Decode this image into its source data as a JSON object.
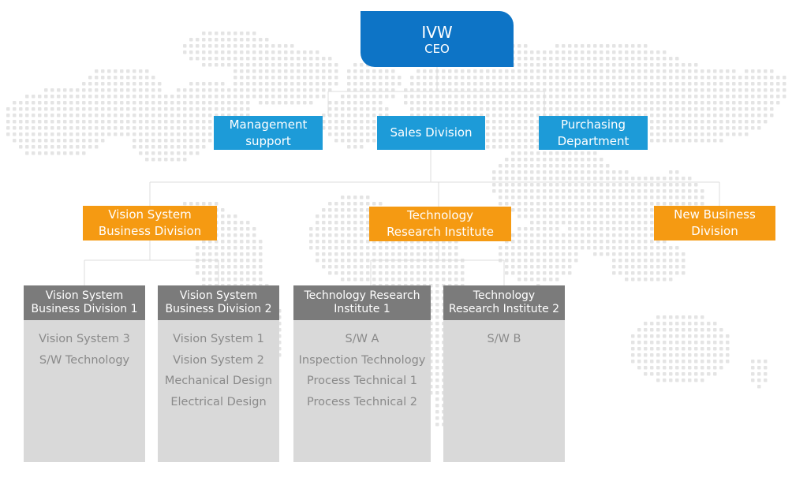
{
  "colors": {
    "ceo": "#0d74c6",
    "level1": "#1d9bd8",
    "level2": "#f59a12",
    "level3_header": "#7b7b7b",
    "level3_body": "#d9d9d9",
    "connector": "#dddddd",
    "map_dots": "#e4e4e4"
  },
  "ceo": {
    "title": "IVW",
    "subtitle": "CEO"
  },
  "level1": [
    {
      "line1": "Management",
      "line2": "support"
    },
    {
      "line1": "Sales  Division",
      "line2": ""
    },
    {
      "line1": "Purchasing",
      "line2": "Department"
    }
  ],
  "level2": [
    {
      "line1": "Vision  System",
      "line2": "Business  Division"
    },
    {
      "line1": "Technology",
      "line2": "Research  Institute"
    },
    {
      "line1": "New Business",
      "line2": "Division"
    }
  ],
  "level3": [
    {
      "line1": "Vision System",
      "line2": "Business Division 1",
      "items": [
        "Vision System  3",
        "S/W Technology"
      ]
    },
    {
      "line1": "Vision System",
      "line2": "Business Division 2",
      "items": [
        "Vision System  1",
        "Vision System  2",
        "Mechanical Design",
        "Electrical Design"
      ]
    },
    {
      "line1": "Technology Research",
      "line2": "Institute  1",
      "items": [
        "S/W  A",
        "Inspection  Technology",
        "Process  Technical 1",
        "Process  Technical 2"
      ]
    },
    {
      "line1": "Technology",
      "line2": "Research Institute 2",
      "items": [
        "S/W  B"
      ]
    }
  ]
}
